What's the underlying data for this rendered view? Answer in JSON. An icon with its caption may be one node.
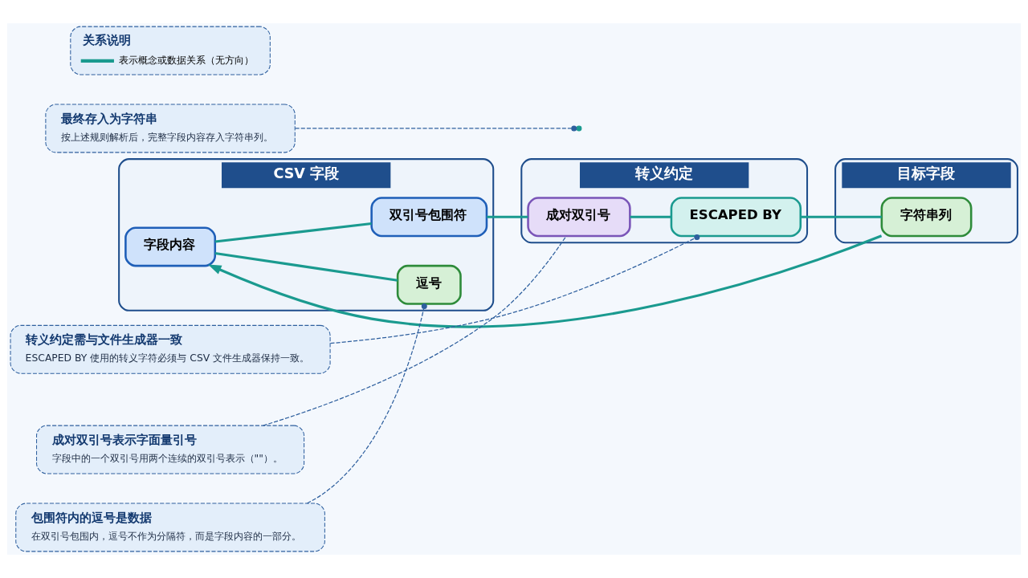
{
  "diagram": {
    "nodes": [
      {
        "text": [
          "CSV 字段"
        ]
      },
      {
        "text": [
          "字段内容"
        ],
        "in": 0
      },
      {
        "text": [
          "逗号"
        ],
        "in": 0
      },
      {
        "text": [
          "双引号包围符"
        ],
        "in": 0
      },
      {
        "text": [
          "转义约定"
        ]
      },
      {
        "text": [
          "成对双引号"
        ],
        "in": 4
      },
      {
        "text": [
          "ESCAPED BY"
        ],
        "in": 4
      },
      {
        "text": [
          "目标字段"
        ]
      },
      {
        "text": [
          "字符串列"
        ],
        "in": 7
      },
      {
        "text": [
          "包围符内的逗号是数据",
          "在双引号包围内，逗号不作为分隔符，而是字段内容的一部分。"
        ]
      },
      {
        "text": [
          "成对双引号表示字面量引号",
          "字段中的一个双引号用两个连续的双引号表示（\"\"）。"
        ]
      },
      {
        "text": [
          "转义约定需与文件生成器一致",
          "ESCAPED BY 使用的转义字符必须与 CSV 文件生成器保持一致。"
        ]
      },
      {
        "text": [
          "最终存入为字符串",
          "按上述规则解析后，完整字段内容存入字符串列。"
        ]
      }
    ],
    "edges": [
      {
        "from": 1,
        "to": 2,
        "arrow": "none"
      },
      {
        "from": 1,
        "to": 3,
        "arrow": "none"
      },
      {
        "from": 3,
        "to": 5,
        "arrow": "none"
      },
      {
        "from": 5,
        "to": 6,
        "arrow": "none"
      },
      {
        "from": 6,
        "to": 8,
        "arrow": "none"
      },
      {
        "from": 8,
        "to": 1,
        "arrow": "to"
      },
      {
        "from": 9,
        "to": 2,
        "arrow": "other",
        "style": "dashed",
        "color": "#2e5f9e"
      },
      {
        "from": 10,
        "to": 5,
        "arrow": "none",
        "style": "dashed",
        "color": "#2e5f9e"
      },
      {
        "from": 11,
        "to": 6,
        "arrow": "other",
        "style": "dashed",
        "color": "#2e5f9e"
      },
      {
        "from": 12,
        "to": null,
        "arrow": "other",
        "style": "dashed",
        "color": "#2e5f9e"
      }
    ],
    "labels": [
      "关系说明"
    ],
    "legend": [
      {
        "text": "表示概念或数据关系（无方向）"
      }
    ]
  }
}
